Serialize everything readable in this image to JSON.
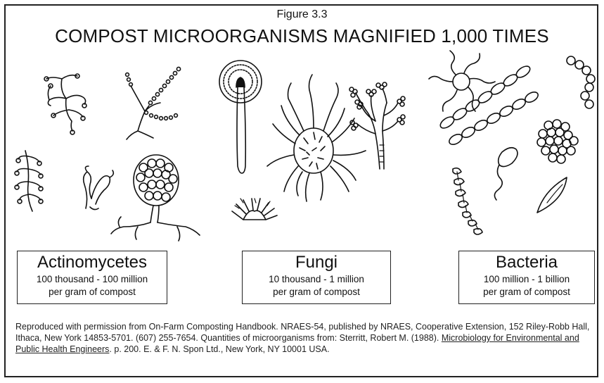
{
  "figure_label": "Figure 3.3",
  "title": "COMPOST MICROORGANISMS MAGNIFIED 1,000 TIMES",
  "groups": [
    {
      "name": "Actinomycetes",
      "count_line1": "100 thousand - 100 million",
      "count_line2": "per gram of compost"
    },
    {
      "name": "Fungi",
      "count_line1": "10 thousand - 1 million",
      "count_line2": "per gram of compost"
    },
    {
      "name": "Bacteria",
      "count_line1": "100 million - 1 billion",
      "count_line2": "per gram of compost"
    }
  ],
  "credit": {
    "before_book": "Reproduced with permission from On-Farm Composting Handbook. NRAES-54, published by NRAES, Cooperative Extension, 152 Riley-Robb Hall, Ithaca, New York 14853-5701. (607) 255-7654. Quantities of microorganisms from: Sterritt, Robert M. (1988). ",
    "book_title": "Microbiology for Environmental and Public Health Engineers",
    "after_book": ". p. 200. E. & F. N. Spon Ltd., New York, NY 10001 USA."
  },
  "colors": {
    "ink": "#111111",
    "border": "#222222",
    "background": "#ffffff"
  },
  "illustrations": [
    "actinomycetes-drawings",
    "fungi-drawings",
    "bacteria-drawings"
  ]
}
